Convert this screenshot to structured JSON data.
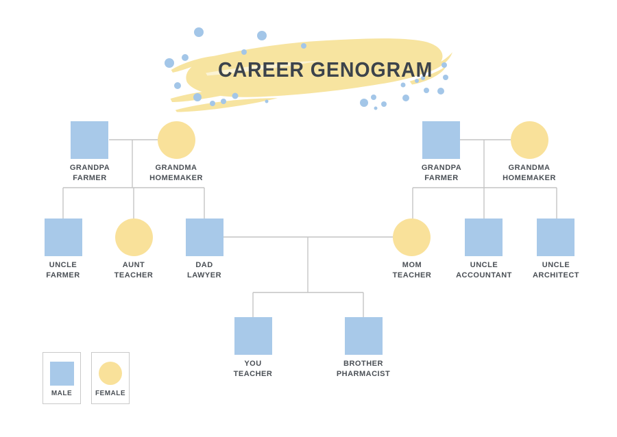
{
  "title": "CAREER GENOGRAM",
  "legend": {
    "male_label": "MALE",
    "female_label": "FEMALE"
  },
  "colors": {
    "male_fill": "#a8c9e9",
    "female_fill": "#f9e19a",
    "brush_yellow": "#f7e4a0",
    "dot_blue": "#a3c6e8",
    "connector_line": "#c4c4c4",
    "title_text": "#3c434b",
    "label_text": "#4a4f55"
  },
  "nodes": {
    "grandpa_left": {
      "name": "GRANDPA",
      "career": "FARMER",
      "gender": "male"
    },
    "grandma_left": {
      "name": "GRANDMA",
      "career": "HOMEMAKER",
      "gender": "female"
    },
    "uncle_farmer": {
      "name": "UNCLE",
      "career": "FARMER",
      "gender": "male"
    },
    "aunt_teacher": {
      "name": "AUNT",
      "career": "TEACHER",
      "gender": "female"
    },
    "dad": {
      "name": "DAD",
      "career": "LAWYER",
      "gender": "male"
    },
    "grandpa_right": {
      "name": "GRANDPA",
      "career": "FARMER",
      "gender": "male"
    },
    "grandma_right": {
      "name": "GRANDMA",
      "career": "HOMEMAKER",
      "gender": "female"
    },
    "mom": {
      "name": "MOM",
      "career": "TEACHER",
      "gender": "female"
    },
    "uncle_accountant": {
      "name": "UNCLE",
      "career": "ACCOUNTANT",
      "gender": "male"
    },
    "uncle_architect": {
      "name": "UNCLE",
      "career": "ARCHITECT",
      "gender": "male"
    },
    "you": {
      "name": "YOU",
      "career": "TEACHER",
      "gender": "male"
    },
    "brother": {
      "name": "BROTHER",
      "career": "PHARMACIST",
      "gender": "male"
    }
  }
}
